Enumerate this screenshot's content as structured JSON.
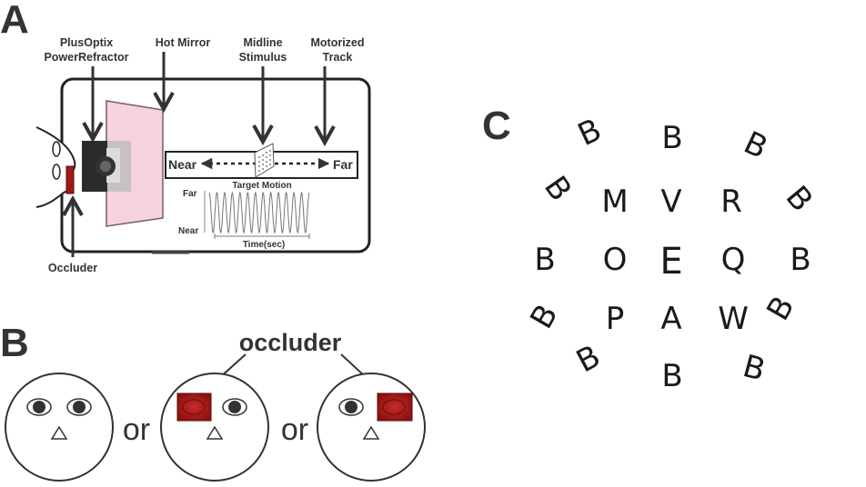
{
  "colors": {
    "ink": "#333333",
    "mirror_fill": "#f4d3df",
    "mirror_stroke": "#7a5a66",
    "occluder_red": "#a01818",
    "refractor_dark": "#2b2b2b",
    "refractor_light": "#b9b9b9"
  },
  "panel_a": {
    "letter": "A",
    "labels": {
      "plusoptix_1": "PlusOptix",
      "plusoptix_2": "PowerRefractor",
      "hot_mirror": "Hot Mirror",
      "midline_1": "Midline",
      "midline_2": "Stimulus",
      "motorized_1": "Motorized",
      "motorized_2": "Track",
      "occluder": "Occluder",
      "near": "Near",
      "far": "Far",
      "target_motion": "Target Motion",
      "trace_far": "Far",
      "trace_near": "Near",
      "time": "Time(sec)"
    },
    "icons": [
      "head-outline-icon",
      "refractor-camera-icon",
      "hot-mirror-icon",
      "target-stimulus-icon"
    ]
  },
  "panel_b": {
    "letter": "B",
    "occluder_label": "occluder",
    "or_1": "or",
    "or_2": "or",
    "faces": [
      {
        "occluded_eye": "none"
      },
      {
        "occluded_eye": "left"
      },
      {
        "occluded_eye": "right"
      }
    ]
  },
  "panel_c": {
    "letter": "C",
    "center": "E",
    "inner_ring": [
      "M",
      "V",
      "R",
      "O",
      "Q",
      "P",
      "A",
      "W"
    ],
    "outer_ring": [
      "B",
      "B",
      "B",
      "B",
      "B",
      "B",
      "B",
      "B",
      "B",
      "B",
      "B",
      "B"
    ]
  }
}
